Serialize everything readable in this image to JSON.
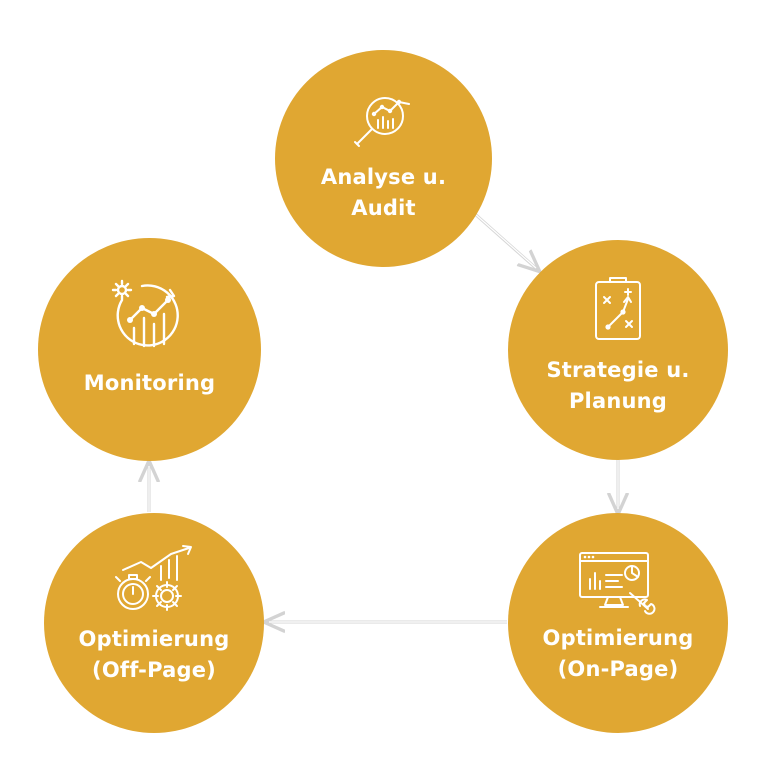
{
  "diagram": {
    "accent_color": "#e0a732",
    "nodes": {
      "analyse": {
        "line1": "Analyse u.",
        "line2": "Audit",
        "icon": "magnifier-chart-icon"
      },
      "strategie": {
        "line1": "Strategie u.",
        "line2": "Planung",
        "icon": "clipboard-strategy-icon"
      },
      "onpage": {
        "line1": "Optimierung",
        "line2": "(On-Page)",
        "icon": "monitor-wrench-icon"
      },
      "offpage": {
        "line1": "Optimierung",
        "line2": "(Off-Page)",
        "icon": "stopwatch-gear-growth-icon"
      },
      "monitoring": {
        "line1": "Monitoring",
        "line2": "",
        "icon": "gear-chart-cycle-icon"
      }
    },
    "flow": [
      "analyse",
      "strategie",
      "onpage",
      "offpage",
      "monitoring"
    ]
  }
}
